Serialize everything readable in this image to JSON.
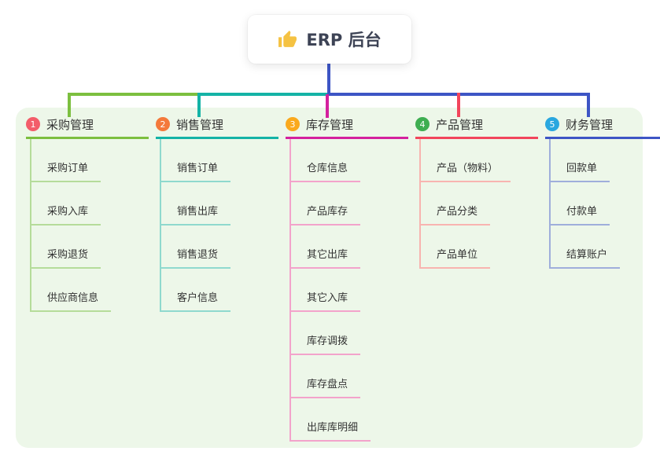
{
  "canvas": {
    "page_bg": "#ffffff",
    "panel_bg": "#edf7e9",
    "text_color": "#333333"
  },
  "root": {
    "label": "ERP 后台",
    "icon": "thumbs-up-icon",
    "icon_color": "#f5c242",
    "text_color": "#3d4355",
    "stem_color": "#3d55c5"
  },
  "branches": [
    {
      "index": "1",
      "label": "采购管理",
      "badge_color": "#f35d6a",
      "line_color": "#7cbf3f",
      "child_line_color": "#b5dc9a",
      "children": [
        "采购订单",
        "采购入库",
        "采购退货",
        "供应商信息"
      ]
    },
    {
      "index": "2",
      "label": "销售管理",
      "badge_color": "#f4793b",
      "line_color": "#14b3a6",
      "child_line_color": "#8fd9ce",
      "children": [
        "销售订单",
        "销售出库",
        "销售退货",
        "客户信息"
      ]
    },
    {
      "index": "3",
      "label": "库存管理",
      "badge_color": "#faa91d",
      "line_color": "#d4219e",
      "child_line_color": "#f3a3cb",
      "children": [
        "仓库信息",
        "产品库存",
        "其它出库",
        "其它入库",
        "库存调拨",
        "库存盘点",
        "出库库明细"
      ]
    },
    {
      "index": "4",
      "label": "产品管理",
      "badge_color": "#3eae51",
      "line_color": "#f2455c",
      "child_line_color": "#f8b4b0",
      "children": [
        "产品（物料）",
        "产品分类",
        "产品单位"
      ]
    },
    {
      "index": "5",
      "label": "财务管理",
      "badge_color": "#29a7df",
      "line_color": "#3d55c5",
      "child_line_color": "#9faedb",
      "children": [
        "回款单",
        "付款单",
        "结算账户"
      ]
    }
  ]
}
